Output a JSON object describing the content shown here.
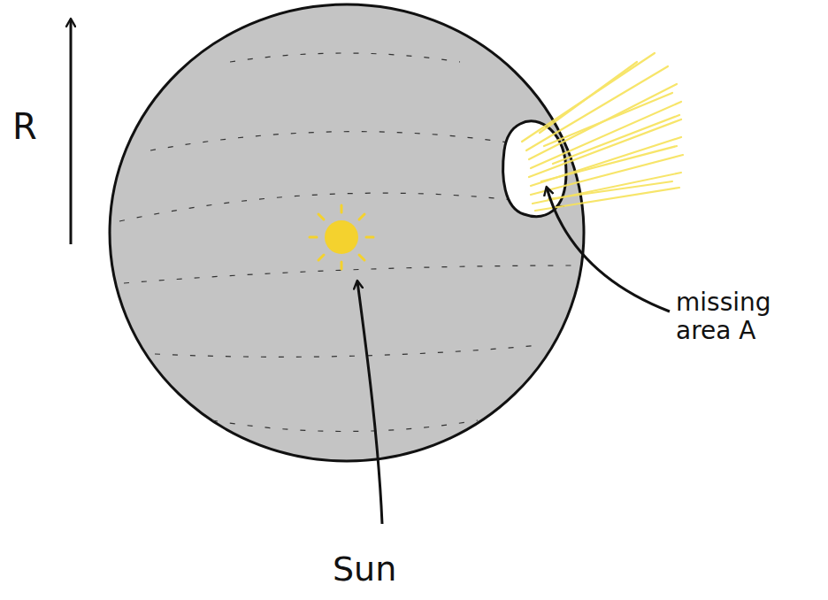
{
  "diagram": {
    "labels": [
      "R",
      "Sun",
      "missing area A"
    ]
  }
}
